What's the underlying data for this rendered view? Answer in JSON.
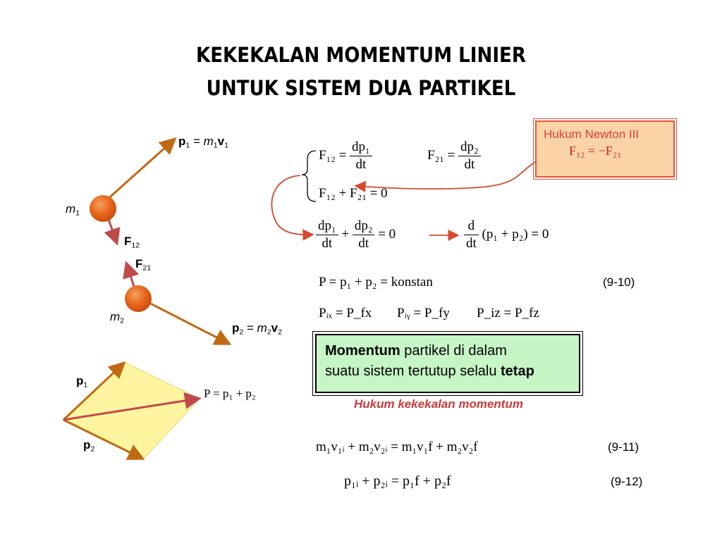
{
  "title": {
    "line1": "KEKEKALAN MOMENTUM LINIER",
    "line2": "UNTUK SISTEM DUA PARTIKEL"
  },
  "diagram": {
    "p1_label": "p",
    "p1_sub": "1",
    "p1_eq": " = ",
    "p1_m": "m",
    "p1_m_sub": "1",
    "p1_v": "v",
    "p1_v_sub": "1",
    "m1_label": "m",
    "m1_sub": "1",
    "f12_label": "F",
    "f12_sub": "12",
    "f21_label": "F",
    "f21_sub": "21",
    "m2_label": "m",
    "m2_sub": "2",
    "p2_label": "p",
    "p2_sub": "2",
    "p2_eq": " = ",
    "p2_m": "m",
    "p2_m_sub": "2",
    "p2_v": "v",
    "p2_v_sub": "2",
    "vec_p1": "p",
    "vec_p1_sub": "1",
    "vec_p2": "p",
    "vec_p2_sub": "2",
    "vec_sum": "P = p₁ + p₂"
  },
  "newton_box": {
    "title": "Hukum Newton III",
    "equation": "F₁₂ = −F₂₁"
  },
  "equations": {
    "eq_f12_lhs": "F₁₂ =",
    "eq_f12_num": "dp₁",
    "eq_f12_den": "dt",
    "eq_f21_lhs": "F₂₁ =",
    "eq_f21_num": "dp₂",
    "eq_f21_den": "dt",
    "eq_sum_f": "F₁₂ + F₂₁ = 0",
    "eq_dp1_num": "dp₁",
    "eq_dp1_den": "dt",
    "eq_plus": "+",
    "eq_dp2_num": "dp₂",
    "eq_dp2_den": "dt",
    "eq_dp_zero": "= 0",
    "eq_d_num": "d",
    "eq_d_den": "dt",
    "eq_d_rest": "(p₁ + p₂) = 0",
    "eq_P": "P = p₁ + p₂ = konstan",
    "eq_P_no": "(9-10)",
    "eq_x": "Pᵢₓ = P_fx",
    "eq_components": [
      "Pᵢₓ = P_fx",
      "Pᵢᵧ = P_fy",
      "P_iz = P_fz"
    ],
    "eq_911": "m₁v₁ᵢ + m₂v₂ᵢ = m₁v₁f + m₂v₂f",
    "eq_911_no": "(9-11)",
    "eq_912": "p₁ᵢ + p₂ᵢ = p₁f + p₂f",
    "eq_912_no": "(9-12)"
  },
  "momentum_box": {
    "bold1": "Momentum",
    "text1": " partikel di dalam",
    "text2": "suatu sistem tertutup selalu ",
    "bold2": "tetap"
  },
  "law_caption": "Hukum kekekalan momentum",
  "colors": {
    "arrow": "#c06a14",
    "force_arrow": "#c04a4a",
    "ball": "#e8641a",
    "connector": "#d9482f",
    "newton_bg": "#fad3a6",
    "momentum_bg": "#c6f5c6",
    "parallelogram": "#fff5a0"
  }
}
